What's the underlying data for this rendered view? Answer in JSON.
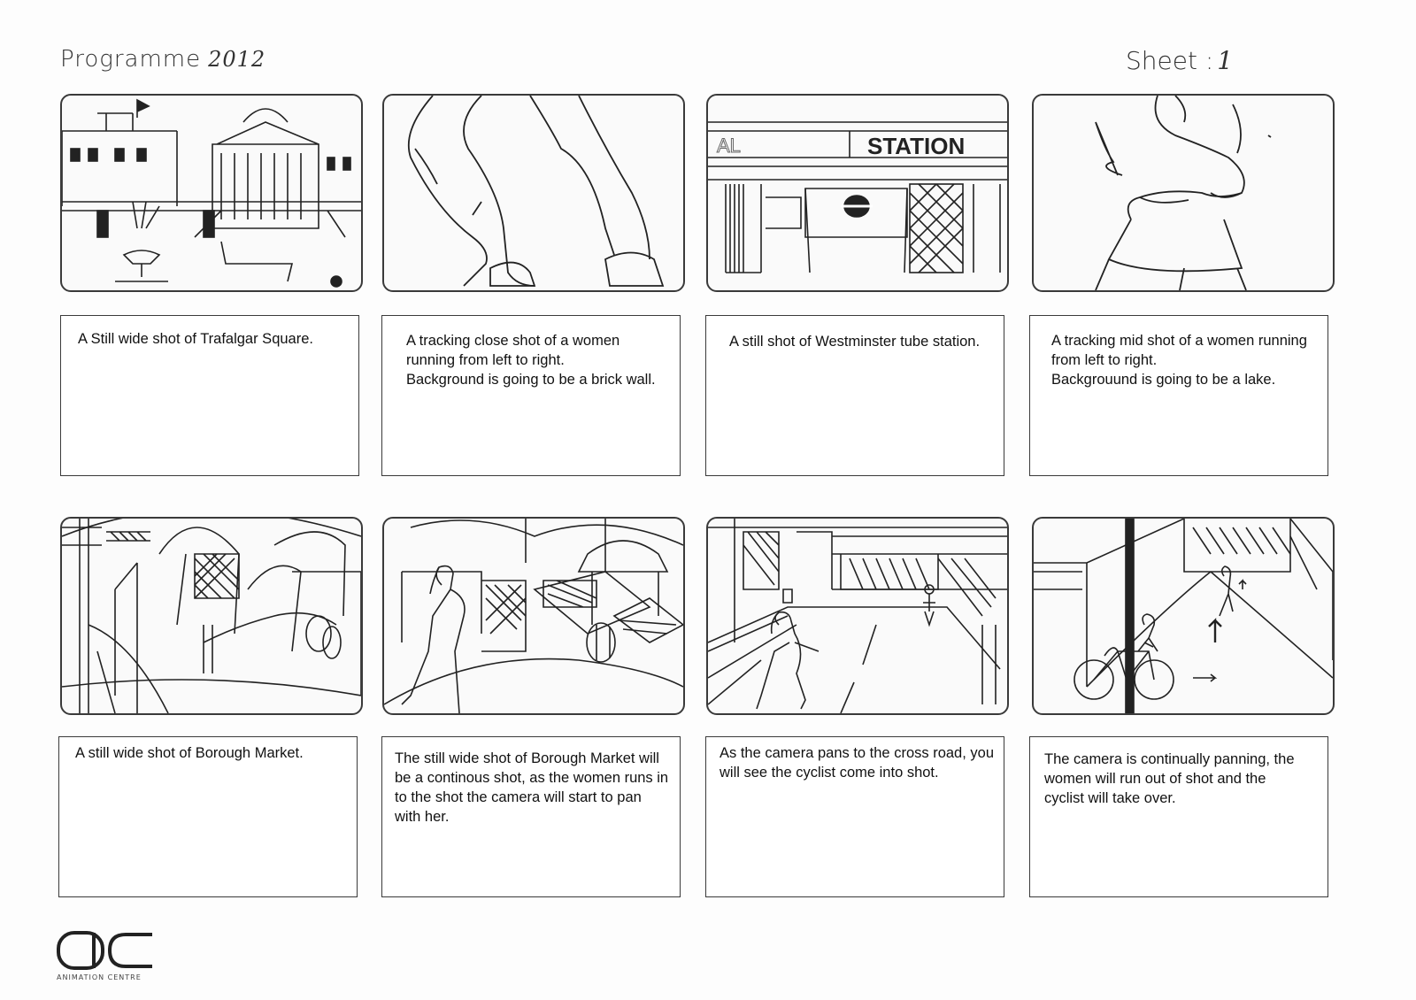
{
  "header": {
    "programme_label": "Programme",
    "programme_year": "2012",
    "sheet_label": "Sheet :",
    "sheet_number": "1"
  },
  "panels": [
    {
      "caption": "A Still wide shot of  Trafalgar Square.",
      "sketch": "trafalgar-square-sketch"
    },
    {
      "caption": "A tracking close shot of a women\nrunning  from left to right.\nBackground is going to be a brick wall.",
      "sketch": "running-legs-sketch"
    },
    {
      "caption": "A still shot of Westminster tube station.",
      "sketch": "tube-station-sketch",
      "sign_text": "STATION",
      "sign_partial": "AL"
    },
    {
      "caption": "A tracking mid shot of a women running\nfrom left to right.\nBackgrouund is going to be a lake.",
      "sketch": "runner-torso-sketch"
    },
    {
      "caption": "A still wide shot of Borough Market.",
      "sketch": "borough-market-sketch"
    },
    {
      "caption": "The still wide shot of Borough Market will\nbe a continous shot, as the women runs in\nto the shot the camera will start to pan\nwith her.",
      "sketch": "market-runner-sketch"
    },
    {
      "caption": "As the camera pans to the cross road, you\nwill see the cyclist come into shot.",
      "sketch": "crossroad-sketch"
    },
    {
      "caption": "The camera is continually panning, the\nwomen will run out of shot and the\ncyclist will take over.",
      "sketch": "cyclist-sketch"
    }
  ],
  "footer": {
    "logo_text": "AC",
    "logo_caption": "ANIMATION CENTRE"
  }
}
